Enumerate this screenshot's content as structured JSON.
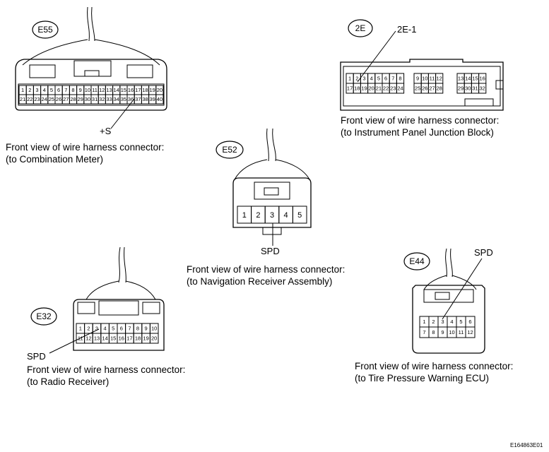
{
  "connectors": {
    "e55": {
      "id": "E55",
      "pins_top": [
        "1",
        "2",
        "3",
        "4",
        "5",
        "6",
        "7",
        "8",
        "9",
        "10",
        "11",
        "12",
        "13",
        "14",
        "15",
        "16",
        "17",
        "18",
        "19",
        "20"
      ],
      "pins_bottom": [
        "21",
        "22",
        "23",
        "24",
        "25",
        "26",
        "27",
        "28",
        "29",
        "30",
        "31",
        "32",
        "33",
        "34",
        "35",
        "36",
        "37",
        "38",
        "39",
        "40"
      ],
      "terminal_label": "+S",
      "caption_line1": "Front view of wire harness connector:",
      "caption_line2": "(to Combination Meter)"
    },
    "2e": {
      "id": "2E",
      "callout": "2E-1",
      "groups": [
        {
          "top": [
            "1",
            "2",
            "3",
            "4",
            "5",
            "6",
            "7",
            "8"
          ],
          "bottom": [
            "17",
            "18",
            "19",
            "20",
            "21",
            "22",
            "23",
            "24"
          ]
        },
        {
          "top": [
            "9",
            "10",
            "11",
            "12"
          ],
          "bottom": [
            "25",
            "26",
            "27",
            "28"
          ]
        },
        {
          "top": [
            "13",
            "14",
            "15",
            "16"
          ],
          "bottom": [
            "29",
            "30",
            "31",
            "32"
          ]
        }
      ],
      "caption_line1": "Front view of wire harness connector:",
      "caption_line2": "(to Instrument Panel Junction Block)"
    },
    "e52": {
      "id": "E52",
      "pins": [
        "1",
        "2",
        "3",
        "4",
        "5"
      ],
      "terminal_label": "SPD",
      "caption_line1": "Front view of wire harness connector:",
      "caption_line2": "(to Navigation Receiver Assembly)"
    },
    "e32": {
      "id": "E32",
      "pins_top": [
        "1",
        "2",
        "3",
        "4",
        "5",
        "6",
        "7",
        "8",
        "9",
        "10"
      ],
      "pins_bottom": [
        "11",
        "12",
        "13",
        "14",
        "15",
        "16",
        "17",
        "18",
        "19",
        "20"
      ],
      "terminal_label": "SPD",
      "caption_line1": "Front view of wire harness connector:",
      "caption_line2": "(to Radio Receiver)"
    },
    "e44": {
      "id": "E44",
      "pins_top": [
        "1",
        "2",
        "3",
        "4",
        "5",
        "6"
      ],
      "pins_bottom": [
        "7",
        "8",
        "9",
        "10",
        "11",
        "12"
      ],
      "terminal_label": "SPD",
      "caption_line1": "Front view of wire harness connector:",
      "caption_line2": "(to Tire Pressure Warning ECU)"
    }
  },
  "figure_code": "E164863E01"
}
